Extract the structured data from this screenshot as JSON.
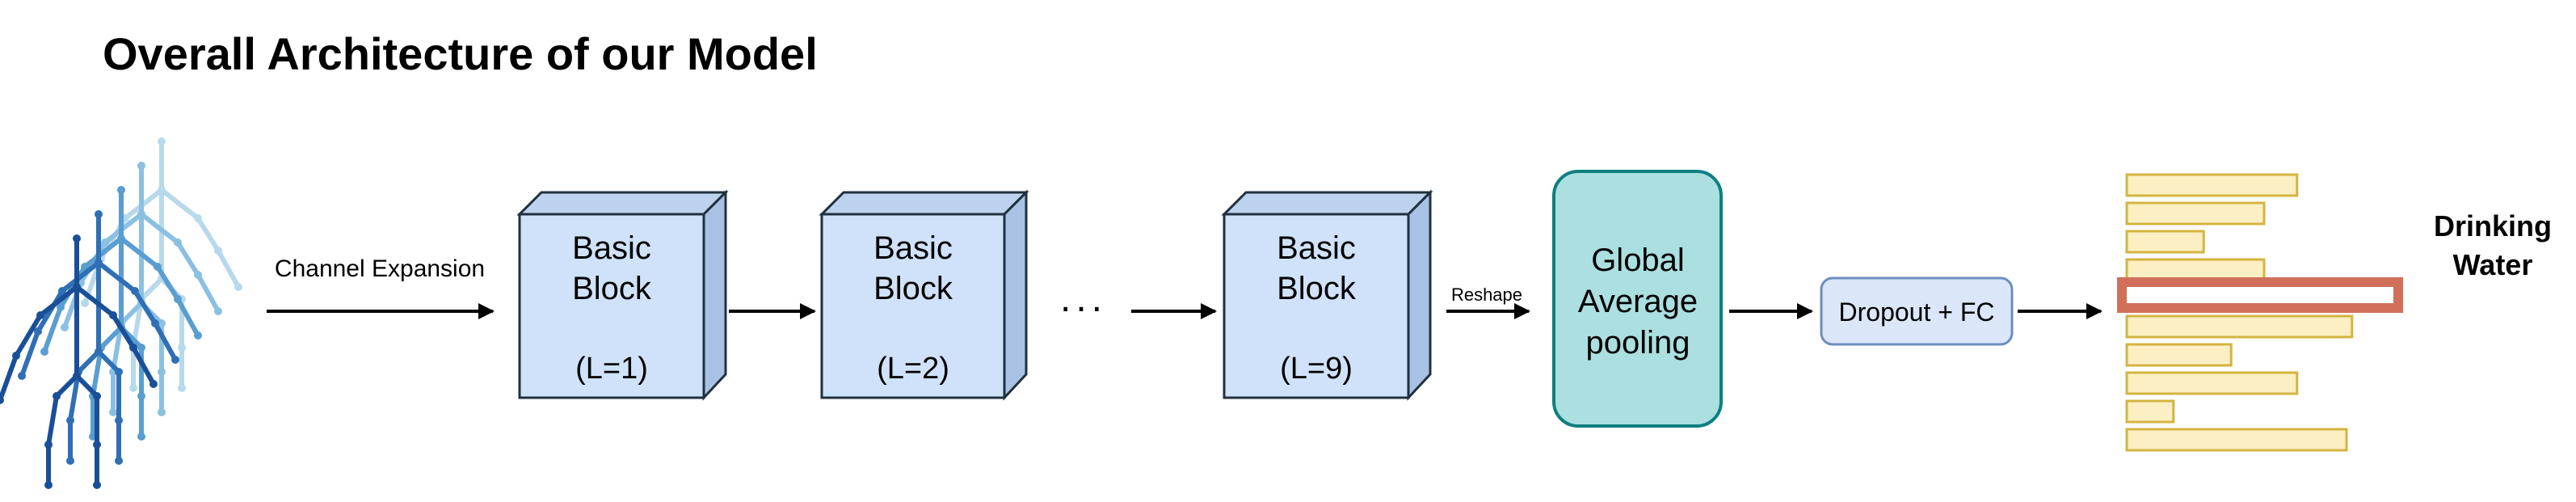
{
  "title": "Overall Architecture of our Model",
  "input": {
    "icon": "skeleton-sequence-icon",
    "colors": [
      "#b8d8ec",
      "#8cc0e2",
      "#5a9dd0",
      "#2f6fb5",
      "#1a4f98"
    ]
  },
  "edges": {
    "channel_expansion": "Channel Expansion",
    "reshape": "Reshape",
    "ellipsis": "..."
  },
  "blocks": [
    {
      "line1": "Basic",
      "line2": "Block",
      "layer": "(L=1)"
    },
    {
      "line1": "Basic",
      "line2": "Block",
      "layer": "(L=2)"
    },
    {
      "line1": "Basic",
      "line2": "Block",
      "layer": "(L=9)"
    }
  ],
  "gap": {
    "line1": "Global",
    "line2": "Average",
    "line3": "pooling"
  },
  "head": {
    "label": "Dropout + FC"
  },
  "output": {
    "bar_values": [
      0.62,
      0.5,
      0.28,
      0.5,
      1.0,
      0.82,
      0.38,
      0.62,
      0.17,
      0.8
    ],
    "highlight_index": 4,
    "prediction_line1": "Drinking",
    "prediction_line2": "Water"
  },
  "colors": {
    "block_front": "#cfe2f9",
    "block_top": "#bdd2ee",
    "block_side": "#a9c2e3",
    "block_stroke": "#20303f",
    "gap_fill": "#abdfe0",
    "gap_stroke": "#0e7f80",
    "head_fill": "#dbe6f9",
    "head_stroke": "#6c8ebf",
    "bar_fill": "#fcefc4",
    "bar_stroke": "#d4b440",
    "highlight_fill": "#ffffff",
    "highlight_stroke": "#d0705a",
    "arrow": "#000000"
  }
}
